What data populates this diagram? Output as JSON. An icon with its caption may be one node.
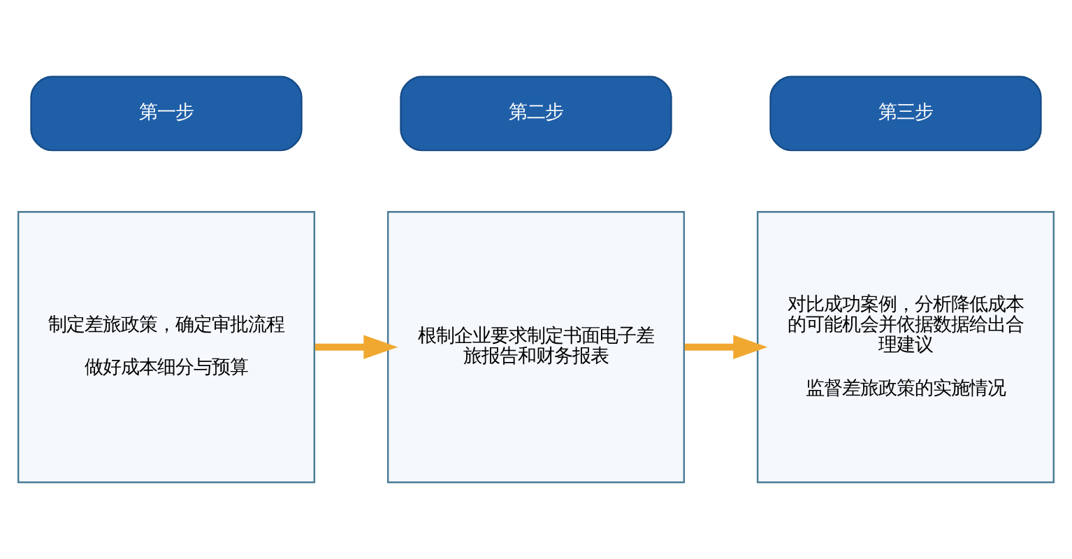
{
  "diagram": {
    "nodes": [
      {
        "text": [
          "第一步"
        ]
      },
      {
        "text": [
          "第二步"
        ]
      },
      {
        "text": [
          "第三步"
        ]
      },
      {
        "text": [
          "制定差旅政策，确定审批流程",
          "做好成本细分与预算"
        ]
      },
      {
        "text": [
          "根制企业要求制定书面电子差旅报告和财务报表"
        ]
      },
      {
        "text": [
          "对比成功案例，分析降低成本的可能机会并依据数据给出合理建议",
          "监督差旅政策的实施情况"
        ]
      }
    ],
    "edges": [
      {
        "from": 3,
        "to": 4,
        "arrow": "to"
      },
      {
        "from": 4,
        "to": 5,
        "arrow": "to"
      }
    ]
  }
}
